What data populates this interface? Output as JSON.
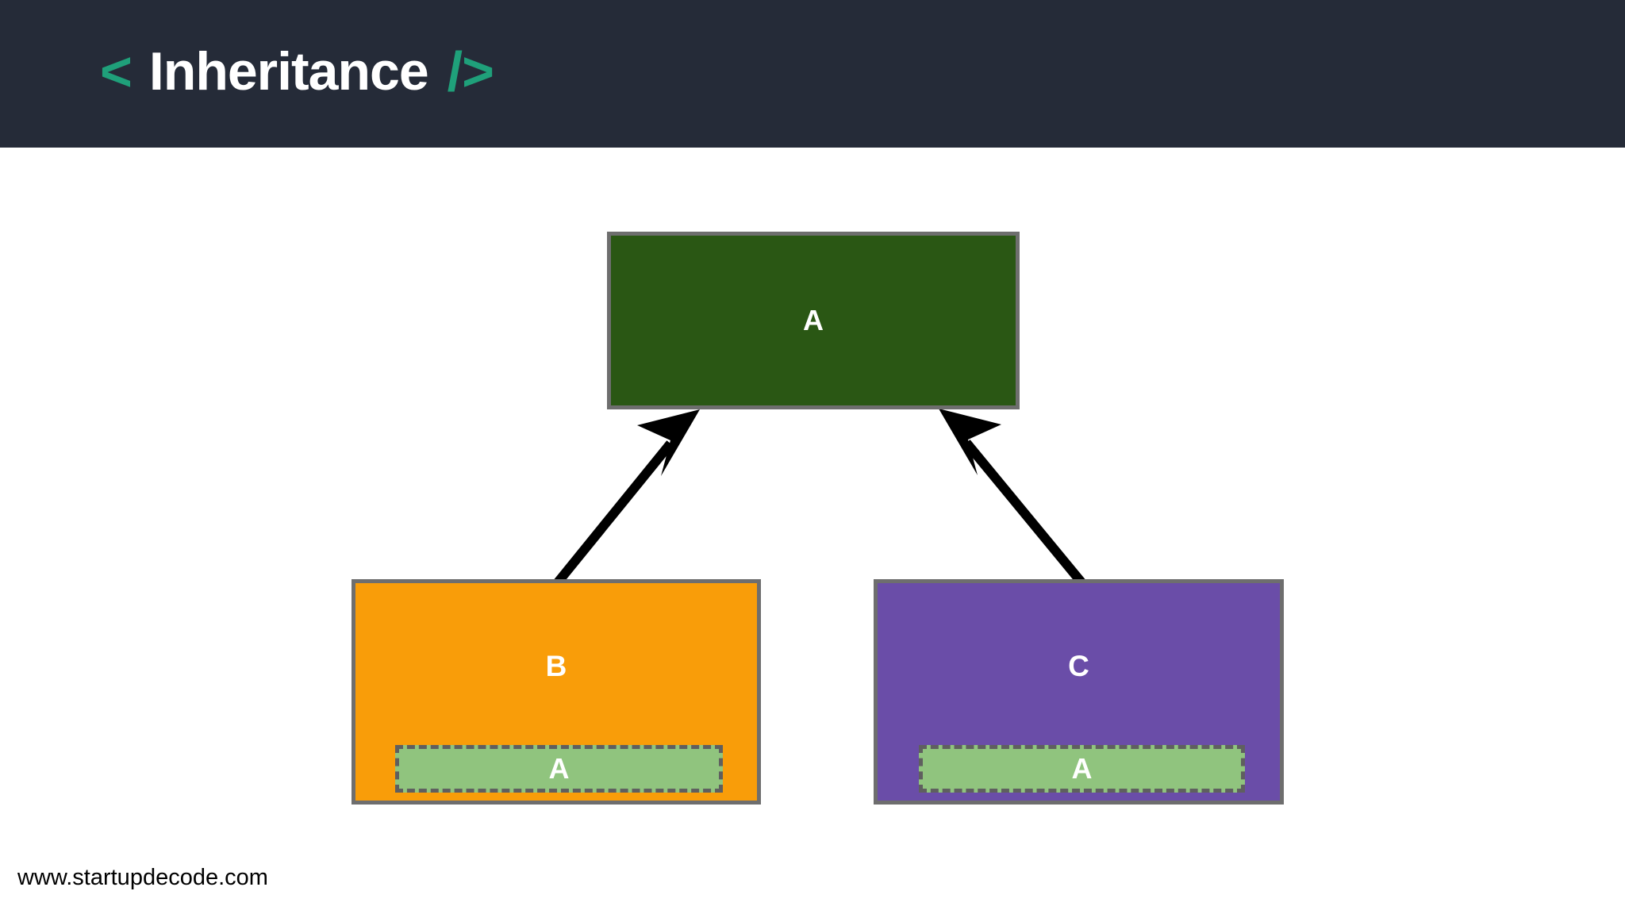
{
  "header": {
    "bracket_open": "<",
    "title": "Inheritance",
    "bracket_close": "/>",
    "background_color": "#252b38",
    "bracket_color": "#1fa07a",
    "title_color": "#ffffff"
  },
  "diagram": {
    "type": "class-inheritance",
    "background_color": "#ffffff",
    "parent": {
      "label": "A",
      "fill_color": "#2a5714",
      "border_color": "#6e6e6e",
      "text_color": "#ffffff"
    },
    "children": [
      {
        "label": "B",
        "fill_color": "#f99d09",
        "border_color": "#6e6e6e",
        "text_color": "#ffffff",
        "inherited": {
          "label": "A",
          "fill_color": "#90c47e",
          "border_color": "#5f5f5f",
          "border_style": "dashed",
          "text_color": "#ffffff"
        }
      },
      {
        "label": "C",
        "fill_color": "#6a4da8",
        "border_color": "#6e6e6e",
        "text_color": "#ffffff",
        "inherited": {
          "label": "A",
          "fill_color": "#90c47e",
          "border_color": "#5f5f5f",
          "border_style": "dashed",
          "text_color": "#ffffff"
        }
      }
    ],
    "arrows": [
      {
        "from": "B",
        "to": "A",
        "color": "#000000",
        "direction": "up-right"
      },
      {
        "from": "C",
        "to": "A",
        "color": "#000000",
        "direction": "up-left"
      }
    ]
  },
  "footer": {
    "url": "www.startupdecode.com",
    "text_color": "#000000"
  }
}
